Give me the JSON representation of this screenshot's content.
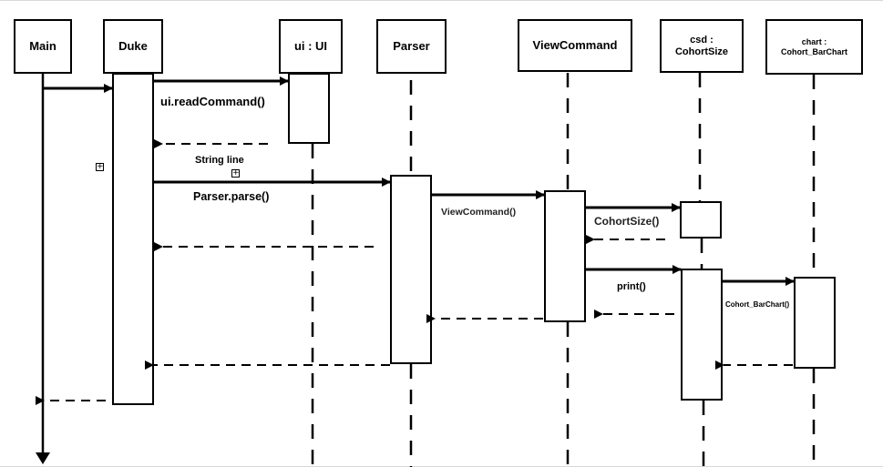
{
  "participants": [
    {
      "id": "main",
      "label": "Main"
    },
    {
      "id": "duke",
      "label": "Duke"
    },
    {
      "id": "ui",
      "label": "ui : UI"
    },
    {
      "id": "parser",
      "label": "Parser"
    },
    {
      "id": "viewcommand",
      "label": "ViewCommand"
    },
    {
      "id": "csd",
      "label_line1": "csd :",
      "label_line2": "CohortSize"
    },
    {
      "id": "chart",
      "label_line1": "chart :",
      "label_line2": "Cohort_BarChart"
    }
  ],
  "messages": {
    "read_command": "ui.readCommand()",
    "string_line": "String line",
    "parser_parse": "Parser.parse()",
    "view_command": "ViewCommand()",
    "cohort_size": "CohortSize()",
    "print": "print()",
    "cohort_barchart": "Cohort_BarChart()"
  },
  "icons": {
    "expander_left": "expand-plus-icon",
    "expander_message": "expand-plus-icon"
  }
}
